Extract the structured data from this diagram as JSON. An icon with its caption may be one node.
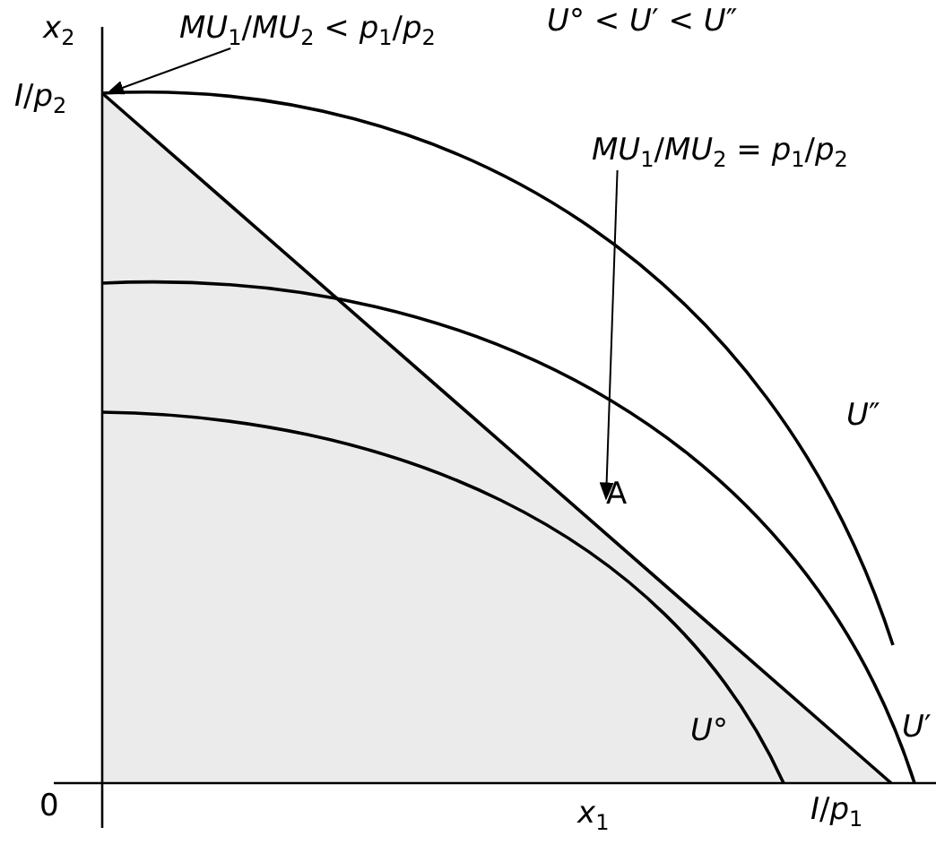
{
  "diagram": {
    "nodes": [
      {
        "text": [
          "*MU*$_{1}$/*MU*$_{2}$ < *p*$_{1}$/*p*$_{2}$"
        ]
      },
      {
        "text": [
          "*MU*$_{1}$/*MU*$_{2}$ = *p*$_{1}$/*p*$_{2}$"
        ]
      },
      {
        "text": [
          "A"
        ]
      }
    ],
    "edges": [
      {
        "from": 0,
        "to": null,
        "arrow": "to"
      },
      {
        "from": 1,
        "to": 2,
        "arrow": "to"
      }
    ],
    "labels": [
      "*x*$_{2}$",
      "*U*° < *U*′ < *U*″",
      "*I*/*p*$_{2}$",
      "*U*″",
      "*U*′",
      "*U*°",
      "0",
      "*x*$_{1}$",
      "*I*/*p*$_{1}$"
    ]
  }
}
